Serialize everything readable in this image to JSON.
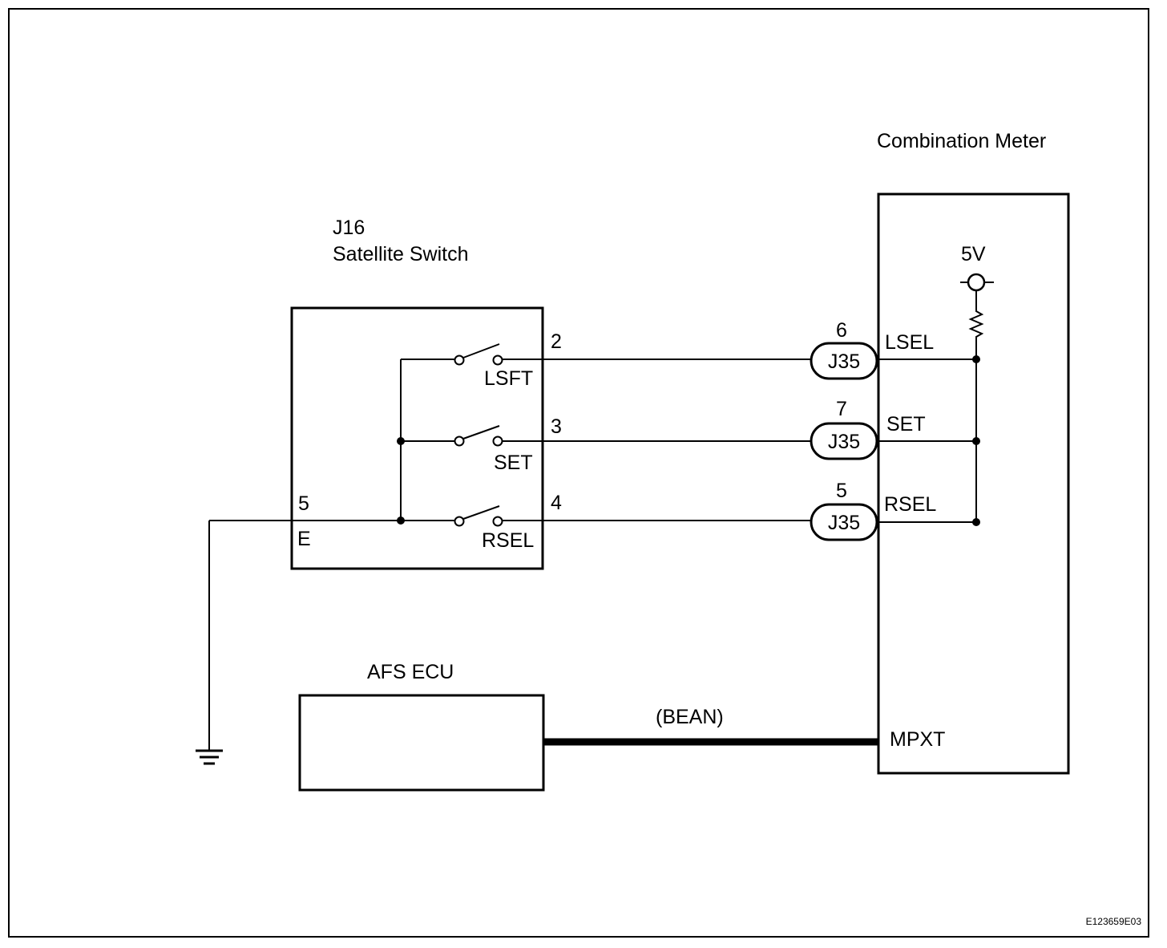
{
  "combination_meter": {
    "title": "Combination Meter",
    "supply": "5V",
    "terminals": [
      "LSEL",
      "SET",
      "RSEL",
      "MPXT"
    ]
  },
  "satellite_switch": {
    "code": "J16",
    "title": "Satellite Switch",
    "pins": [
      "2",
      "3",
      "4",
      "5"
    ],
    "switches": [
      "LSFT",
      "SET",
      "RSEL"
    ],
    "ground_terminal": "E"
  },
  "connectors": {
    "label": "J35",
    "pins": [
      "6",
      "7",
      "5"
    ]
  },
  "afs_ecu": {
    "title": "AFS ECU"
  },
  "bus": {
    "label": "(BEAN)"
  },
  "figure_code": "E123659E03"
}
